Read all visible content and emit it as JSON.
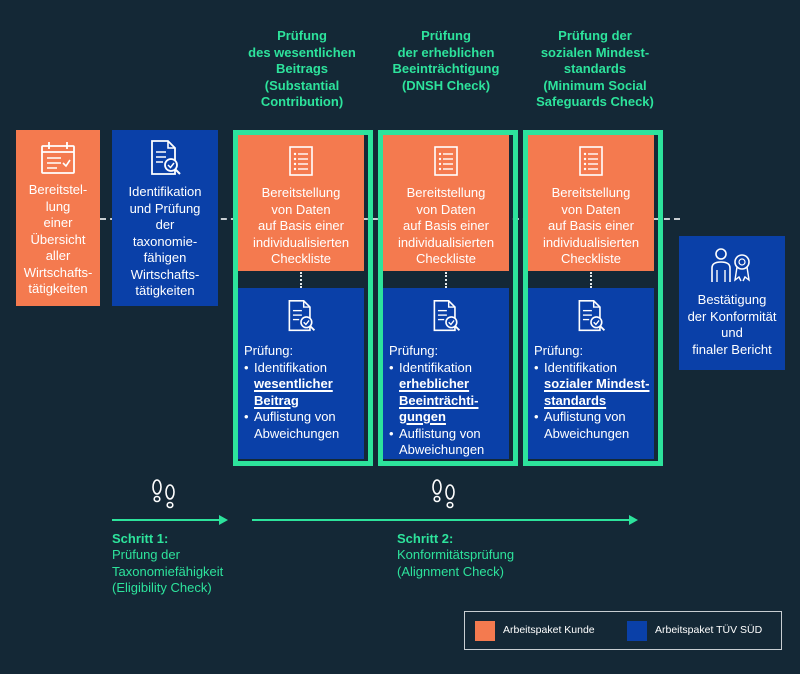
{
  "headings": [
    "Prüfung\ndes wesentlichen\nBeitrags\n(Substantial\nContribution)",
    "Prüfung\nder erheblichen\nBeeinträchtigung\n(DNSH Check)",
    "Prüfung der\nsozialen Mindest-\nstandards\n(Minimum Social\nSafeguards Check)"
  ],
  "box_overview": "Bereitstel-\nlung\neiner\nÜbersicht\naller\nWirtschafts-\ntätigkeiten",
  "box_identification": "Identifikation\nund Prüfung\nder\ntaxonomie-\nfähigen\nWirtschafts-\ntätigkeiten",
  "data_box_text": "Bereitstellung\nvon Daten\nauf Basis einer\nindividualisierten\nCheckliste",
  "checks": [
    {
      "label": "Prüfung:",
      "prefix": "Identifikation",
      "bold": [
        "wesentlicher",
        "Beitrag"
      ],
      "item2": [
        "Auflistung von",
        "Abweichungen"
      ]
    },
    {
      "label": "Prüfung:",
      "prefix": "Identifikation",
      "bold": [
        "erheblicher",
        "Beeinträchti-",
        "gungen"
      ],
      "item2": [
        "Auflistung von",
        "Abweichungen"
      ]
    },
    {
      "label": "Prüfung:",
      "prefix": "Identifikation",
      "bold": [
        "sozialer Mindest-",
        "standards"
      ],
      "item2": [
        "Auflistung von",
        "Abweichungen"
      ]
    }
  ],
  "box_confirmation": "Bestätigung\nder Konformität\nund\nfinaler Bericht",
  "steps": [
    {
      "title": "Schritt 1:",
      "subtitle": "Prüfung der\nTaxonomiefähigkeit\n(Eligibility Check)"
    },
    {
      "title": "Schritt 2:",
      "subtitle": "Konformitätsprüfung\n(Alignment Check)"
    }
  ],
  "legend": {
    "customer": "Arbeitspaket Kunde",
    "tuv": "Arbeitspaket TÜV SÜD"
  },
  "colors": {
    "background": "#142836",
    "orange": "#F47A4F",
    "blue": "#0A40A8",
    "green": "#2DE39C"
  }
}
